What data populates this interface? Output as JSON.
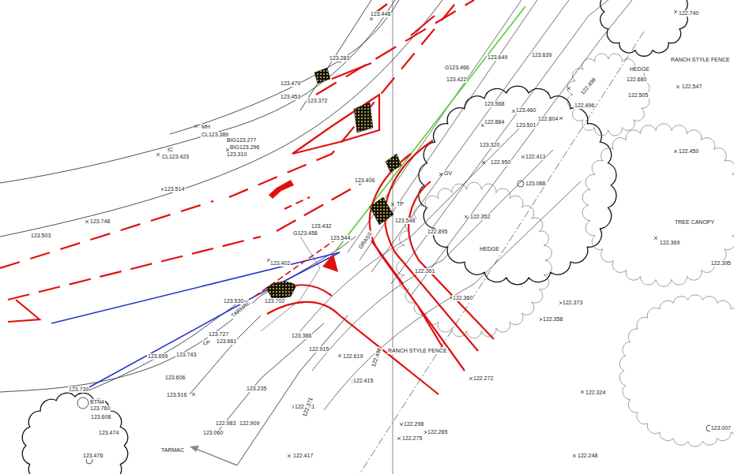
{
  "diagram": {
    "labels": [
      "123.448",
      "122.740",
      "RANCH STYLE FENCE",
      "HEDGE",
      "122.680",
      "122.547",
      "122.505",
      "122.498",
      "123.283",
      "123.649",
      "123.639",
      "G123.466",
      "123.422",
      "122.496",
      "123.479",
      "123.453",
      "123.372",
      "123.568",
      "123.460",
      "122.884",
      "123.501",
      "122.804",
      "MH",
      "CL123.389",
      "BIG123.277",
      "BIG123.296",
      "123.310",
      "IC",
      "CL123.423",
      "123.320",
      "122.413",
      "122.950",
      "122.450",
      "123.088",
      "GV",
      "123.514",
      "123.406",
      "TP",
      "123.548",
      "TREE CANOPY",
      "122.352",
      "122.895",
      "123.748",
      "123.503",
      "123.432",
      "G123.458",
      "123.544",
      "GRASS",
      "HEDGE",
      "122.369",
      "122.395",
      "123.402",
      "122.361",
      "123.530",
      "123.702",
      "122.360",
      "122.373",
      "122.358",
      "TARMAC",
      "123.727",
      "LP",
      "123.661",
      "123.743",
      "123.386",
      "123.659",
      "122.915",
      "122.619",
      "RANCH STYLE FENCE",
      "123.606",
      "122.498",
      "122.415",
      "122.272",
      "123.235",
      "123.516",
      "122.324",
      "123.739",
      "BTN4",
      "123.760",
      "123.608",
      "122.291",
      "122.983",
      "122.909",
      "122.371",
      "123.060",
      "123.474",
      "122.298",
      "122.265",
      "122.275",
      "123.007",
      "TARMAC",
      "123.476",
      "122.417",
      "122.248"
    ]
  }
}
